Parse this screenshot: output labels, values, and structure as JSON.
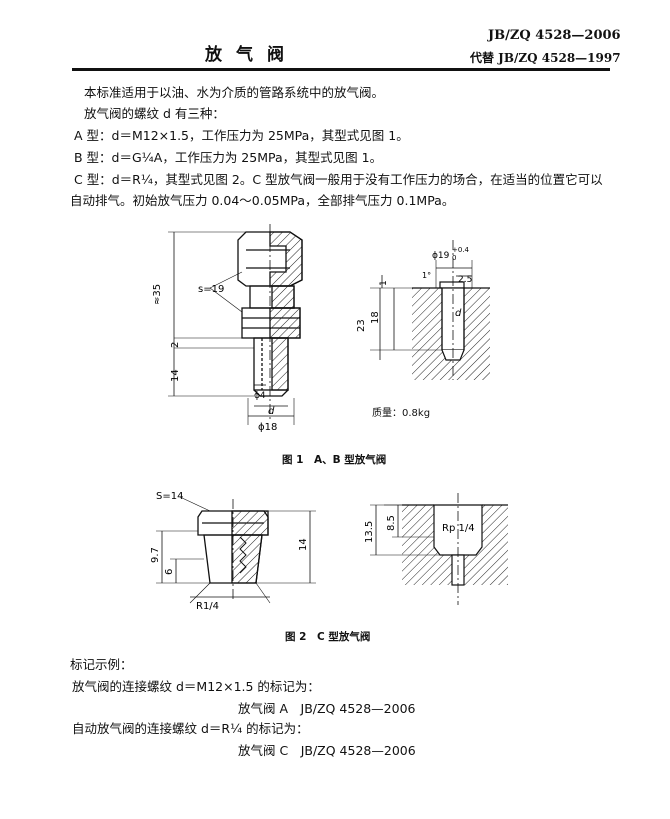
{
  "header": {
    "title": "放气阀",
    "standard_no": "JB/ZQ 4528—2006",
    "replaces": "代替 JB/ZQ 4528—1997"
  },
  "body": {
    "p1": "本标准适用于以油、水为介质的管路系统中的放气阀。",
    "p2": "放气阀的螺纹 d 有三种：",
    "p3": "A 型：d＝M12×1.5，工作压力为 25MPa，其型式见图 1。",
    "p4": "B 型：d＝G¼A，工作压力为 25MPa，其型式见图 1。",
    "p5": "C 型：d＝R¼，其型式见图 2。C 型放气阀一般用于没有工作压力的场合，在适当的位置它可以自动排气。初始放气压力 0.04～0.05MPa，全部排气压力 0.1MPa。"
  },
  "figure1": {
    "caption": "图 1　A、B 型放气阀",
    "dims": {
      "overall": "≈35",
      "hex": "s=19",
      "d2": "2",
      "d14": "14",
      "phi4": "ϕ4",
      "d": "d",
      "phi18": "ϕ18",
      "phi19": "ϕ19",
      "tol_plus": "+0.4",
      "tol_zero": "0",
      "d1": "1",
      "d23": "23",
      "d18": "18",
      "d25": "2.5",
      "bore_d": "d",
      "angle": "1°"
    },
    "mass": "质量：0.8kg"
  },
  "figure2": {
    "caption": "图 2　C 型放气阀",
    "dims": {
      "hex": "S=14",
      "d97": "9.7",
      "d6": "6",
      "d14": "14",
      "thread": "R1/4",
      "d135": "13.5",
      "d85": "8.5",
      "bore": "Rp 1/4"
    }
  },
  "marking": {
    "heading": "标记示例：",
    "ex1": "放气阀的连接螺纹 d＝M12×1.5 的标记为：",
    "ex1_mark": "放气阀 A　JB/ZQ 4528—2006",
    "ex2": "自动放气阀的连接螺纹 d＝R¼ 的标记为：",
    "ex2_mark": "放气阀 C　JB/ZQ 4528—2006"
  }
}
